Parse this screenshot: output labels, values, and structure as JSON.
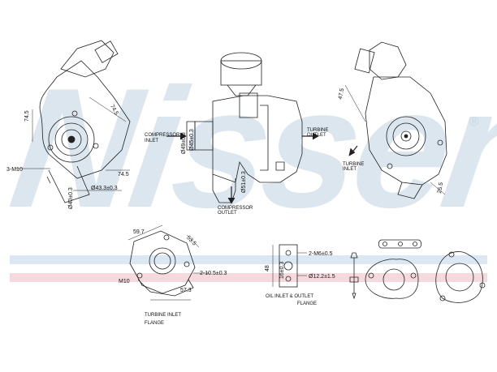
{
  "watermark": {
    "text": "Nissens",
    "registered": "®",
    "color": "#dbe6ef"
  },
  "colors": {
    "line": "#222222",
    "stripe_blue": "#dbe7f3",
    "stripe_pink": "#f6d9de"
  },
  "turbo_left": {
    "dims": {
      "top_left": "74.5",
      "top_right": "74.5",
      "bottom_right": "74.5",
      "thread": "3-M10",
      "dia_small": "Ø40±0.3",
      "dia_large": "Ø43.3±0.3"
    }
  },
  "turbo_middle": {
    "compressor_inlet": "COMPRESSOR INLET",
    "compressor_outlet": "COMPRESSOR OUTLET",
    "dia_a": "Ø49±0.3",
    "dia_b": "Ø45±0.3",
    "dia_c": "Ø51±0.3"
  },
  "turbo_right": {
    "turbine_outlet": "TURBINE OUTLET",
    "turbine_inlet": "TURBINE INLET",
    "angle_top": "47.5",
    "angle_bottom": "25.5"
  },
  "turbine_flange": {
    "caption_line1": "TURBINE INLET",
    "caption_line2": "FLANGE",
    "dim_top": "59.7",
    "dim_right": "53.5",
    "dim_bottom": "57.3",
    "thread": "M10",
    "holes": "2-10.5±0.3"
  },
  "oil_flange": {
    "caption": "OIL INLET & OUTLET",
    "caption_line2": "FLANGE",
    "height": "48",
    "spacing": "16±0.3",
    "thread": "2-M6±0.5",
    "dia": "Ø12.2±1.5"
  }
}
